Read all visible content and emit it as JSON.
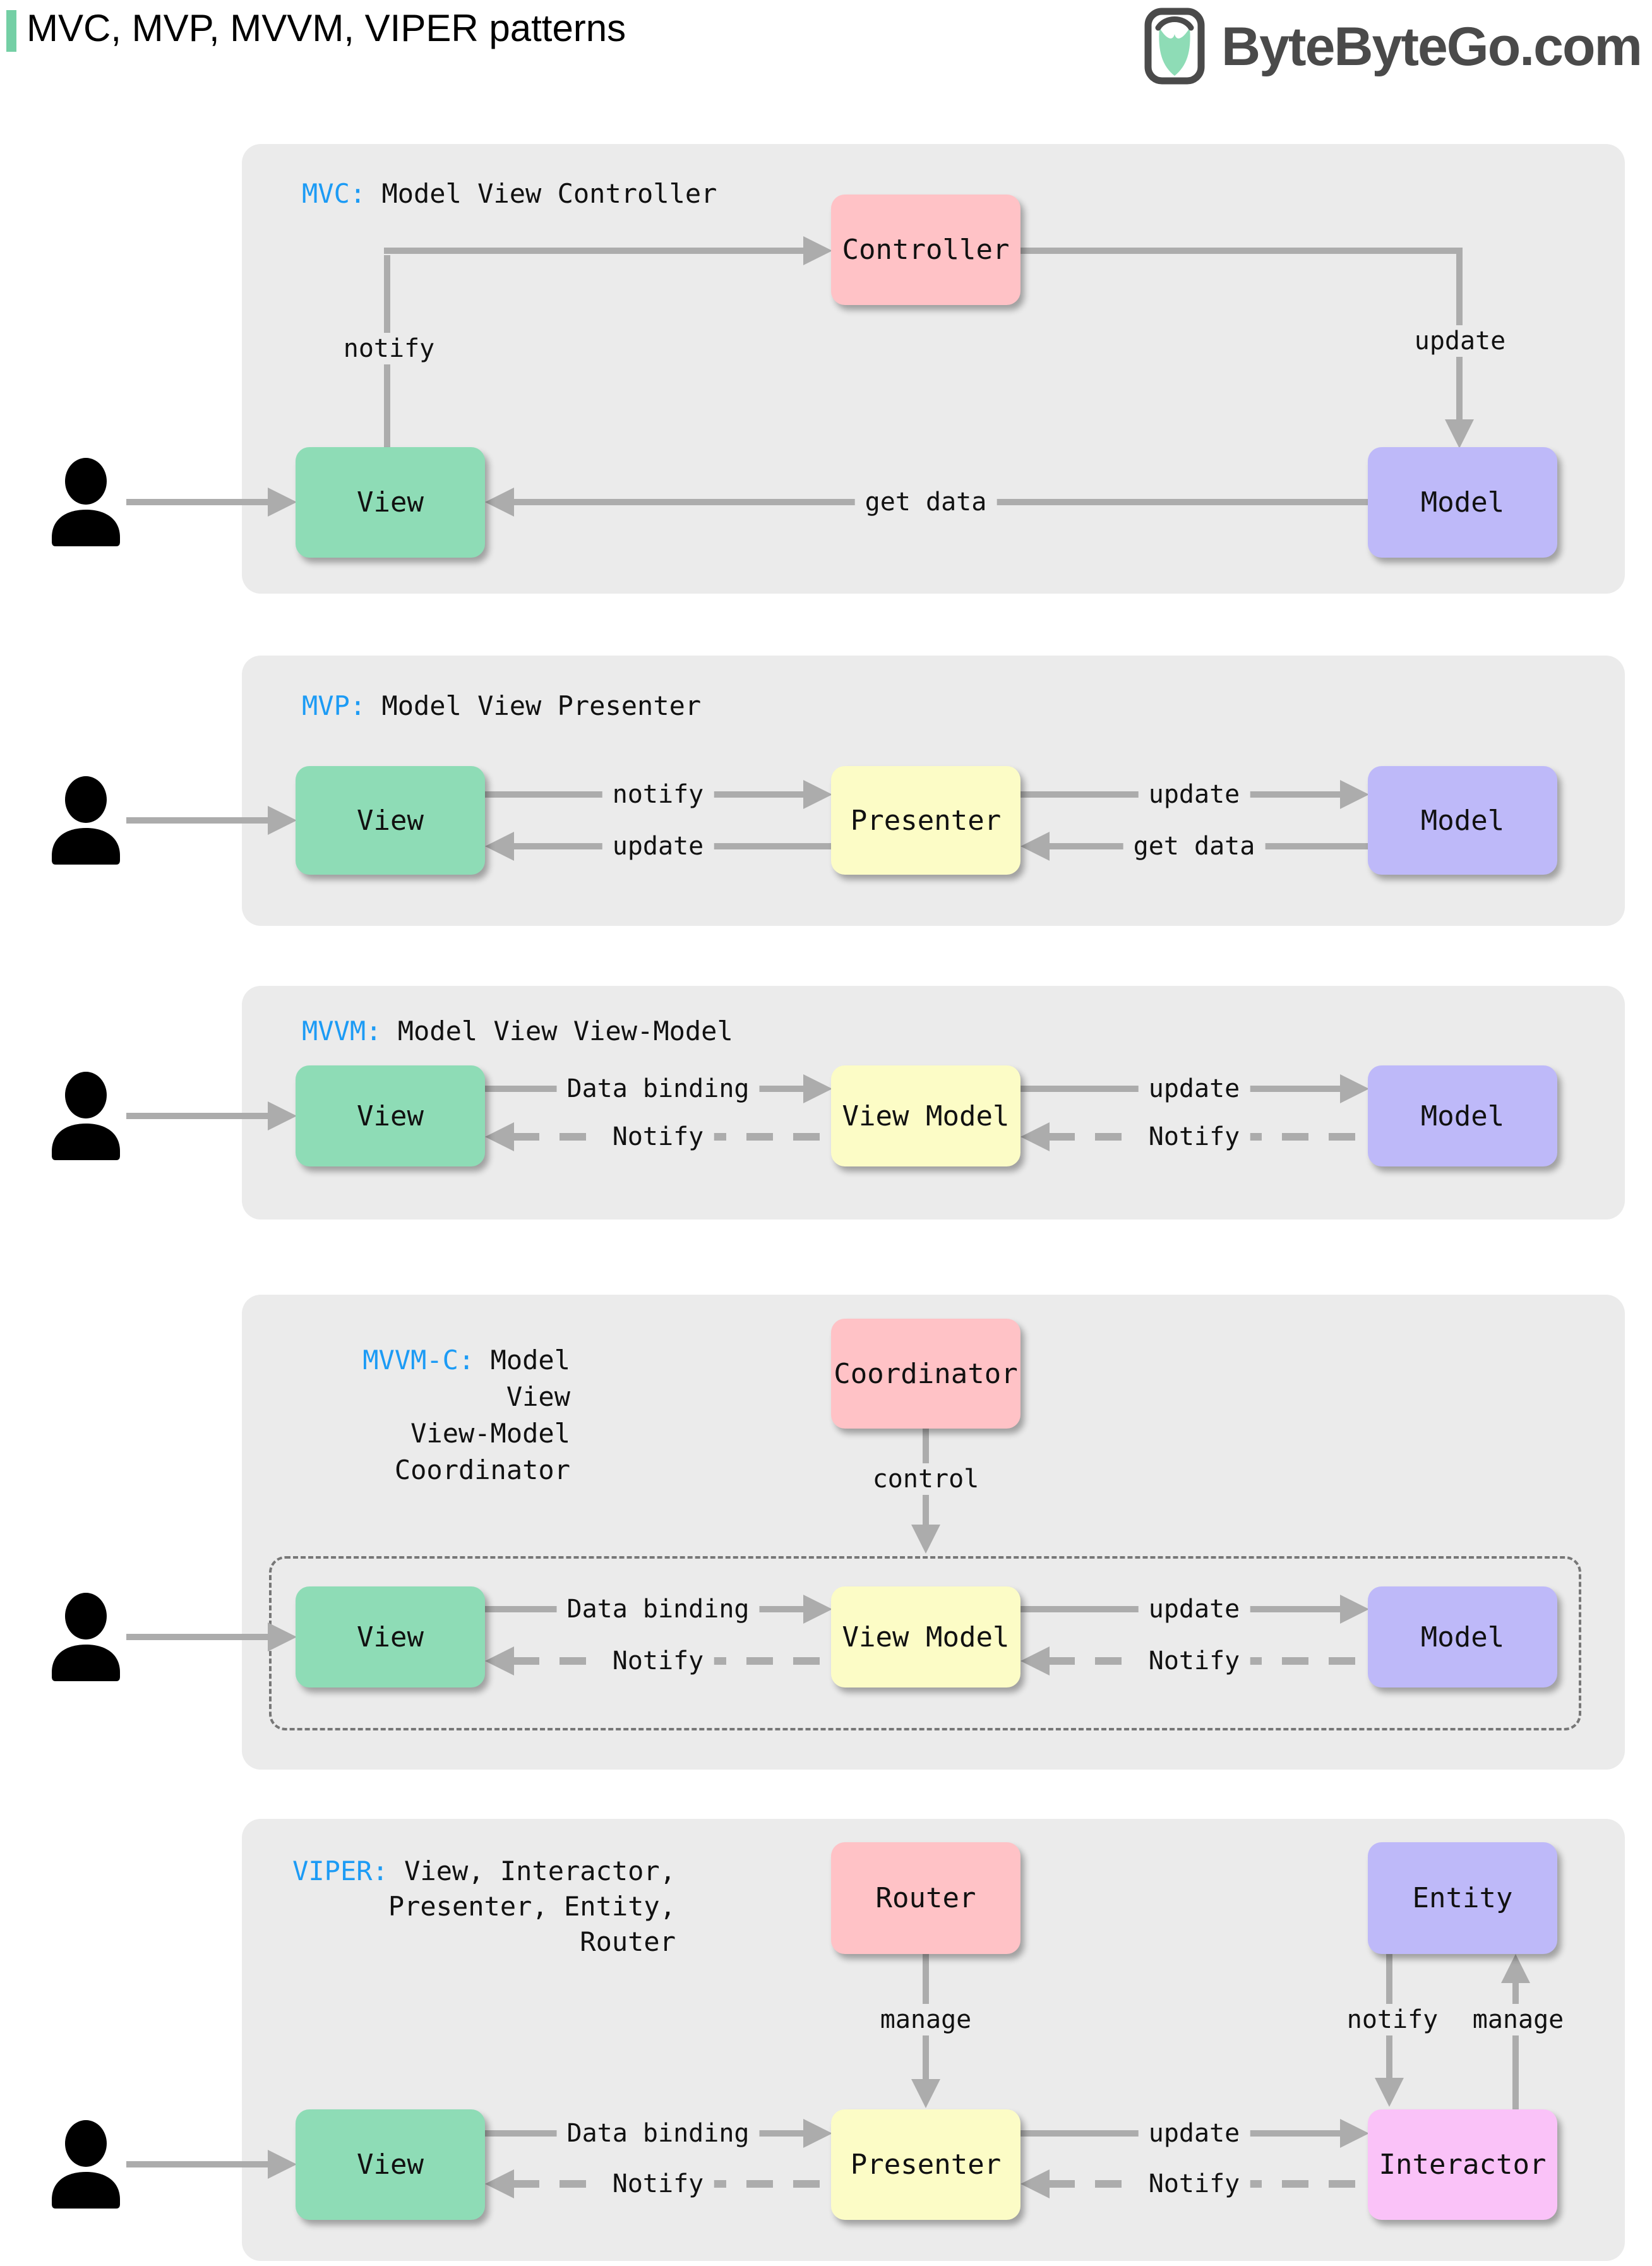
{
  "header": {
    "title": "MVC, MVP, MVVM, VIPER patterns",
    "brand": "ByteByteGo.com"
  },
  "colors": {
    "accent_green": "#74CFA5",
    "label_blue": "#1C9BF5",
    "box_green": "#8EDCB6",
    "box_pink": "#FFC2C6",
    "box_yellow": "#FCFCC6",
    "box_purple": "#BEB9F9",
    "box_magenta": "#FAC2F8",
    "panel_gray": "#EBEBEB",
    "arrow_gray": "#ACACAC"
  },
  "sections": {
    "mvc": {
      "tag": "MVC:",
      "desc": "Model View Controller",
      "boxes": {
        "view": "View",
        "controller": "Controller",
        "model": "Model"
      },
      "labels": {
        "notify": "notify",
        "update": "update",
        "get_data": "get data"
      }
    },
    "mvp": {
      "tag": "MVP:",
      "desc": "Model View Presenter",
      "boxes": {
        "view": "View",
        "presenter": "Presenter",
        "model": "Model"
      },
      "labels": {
        "notify": "notify",
        "update_to_view": "update",
        "update_to_model": "update",
        "get_data": "get data"
      }
    },
    "mvvm": {
      "tag": "MVVM:",
      "desc": "Model View View-Model",
      "boxes": {
        "view": "View",
        "view_model": "View Model",
        "model": "Model"
      },
      "labels": {
        "data_binding": "Data binding",
        "notify_to_view": "Notify",
        "update": "update",
        "notify_to_view_model": "Notify"
      }
    },
    "mvvmc": {
      "tag": "MVVM-C:",
      "desc_line1": "Model View",
      "desc_line2": "View-Model",
      "desc_line3": "Coordinator",
      "boxes": {
        "coordinator": "Coordinator",
        "view": "View",
        "view_model": "View Model",
        "model": "Model"
      },
      "labels": {
        "control": "control",
        "data_binding": "Data binding",
        "notify_to_view": "Notify",
        "update": "update",
        "notify_to_view_model": "Notify"
      }
    },
    "viper": {
      "tag": "VIPER:",
      "desc_line1": "View, Interactor,",
      "desc_line2": "Presenter, Entity,",
      "desc_line3": "Router",
      "boxes": {
        "router": "Router",
        "entity": "Entity",
        "view": "View",
        "presenter": "Presenter",
        "interactor": "Interactor"
      },
      "labels": {
        "manage_presenter": "manage",
        "notify_interactor": "notify",
        "manage_entity": "manage",
        "data_binding": "Data binding",
        "notify_to_view": "Notify",
        "update": "update",
        "notify_to_presenter": "Notify"
      }
    }
  }
}
